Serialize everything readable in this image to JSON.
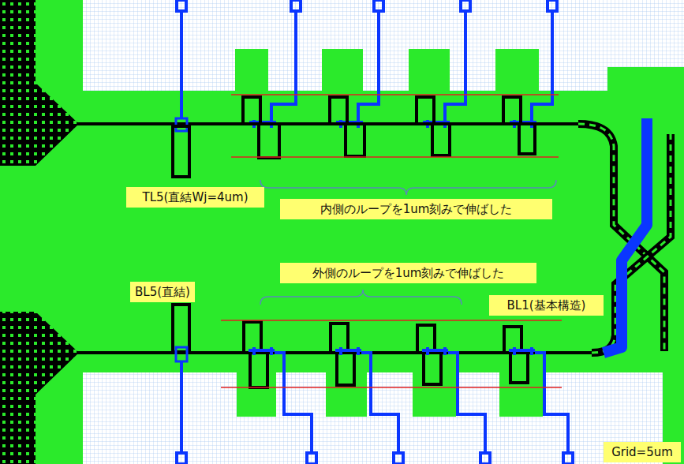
{
  "diagram": {
    "nodes": [
      {
        "text": [
          "TL5(直結Wj=4um)"
        ]
      },
      {
        "text": [
          "内側のループを1um刻みで伸ばした"
        ]
      },
      {
        "text": [
          "外側のループを1um刻みで伸ばした"
        ]
      },
      {
        "text": [
          "BL5(直結)"
        ]
      },
      {
        "text": [
          "BL1(基本構造)"
        ]
      },
      {
        "text": [
          "Grid=5um"
        ]
      }
    ]
  }
}
